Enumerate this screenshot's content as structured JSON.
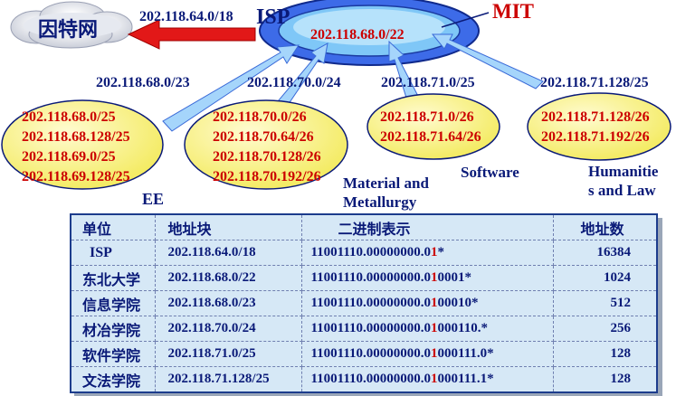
{
  "labels": {
    "internet": "因特网",
    "isp": "ISP",
    "mit": "MIT",
    "arrow_block": "202.118.64.0/18",
    "mit_block": "202.118.68.0/22",
    "link_ee": "202.118.68.0/23",
    "link_mat": "202.118.70.0/24",
    "link_sw": "202.118.71.0/25",
    "link_hum": "202.118.71.128/25",
    "ee": "EE",
    "material_1": "Material and",
    "material_2": "Metallurgy",
    "software": "Software",
    "humanities_1": "Humanitie",
    "humanities_2": "s and Law"
  },
  "ellipses": {
    "ee": [
      "202.118.68.0/25",
      "202.118.68.128/25",
      "202.118.69.0/25",
      "202.118.69.128/25"
    ],
    "material": [
      "202.118.70.0/26",
      "202.118.70.64/26",
      "202.118.70.128/26",
      "202.118.70.192/26"
    ],
    "software": [
      "202.118.71.0/26",
      "202.118.71.64/26"
    ],
    "humanities": [
      "202.118.71.128/26",
      "202.118.71.192/26"
    ]
  },
  "table": {
    "headers": [
      "单位",
      "地址块",
      "二进制表示",
      "地址数"
    ],
    "rows": [
      {
        "unit": "ISP",
        "block": "202.118.64.0/18",
        "bin_a": "11001110.00000000.0",
        "bin_red": "1",
        "bin_b": "*",
        "count": "16384"
      },
      {
        "unit": "东北大学",
        "block": "202.118.68.0/22",
        "bin_a": "11001110.00000000.0",
        "bin_red": "1",
        "bin_b": "0001*",
        "count": "1024"
      },
      {
        "unit": "信息学院",
        "block": "202.118.68.0/23",
        "bin_a": "11001110.00000000.0",
        "bin_red": "1",
        "bin_b": "00010*",
        "count": "512"
      },
      {
        "unit": "材冶学院",
        "block": "202.118.70.0/24",
        "bin_a": "11001110.00000000.0",
        "bin_red": "1",
        "bin_b": "000110.*",
        "count": "256"
      },
      {
        "unit": "软件学院",
        "block": "202.118.71.0/25",
        "bin_a": "11001110.00000000.0",
        "bin_red": "1",
        "bin_b": "000111.0*",
        "count": "128"
      },
      {
        "unit": "文法学院",
        "block": "202.118.71.128/25",
        "bin_a": "11001110.00000000.0",
        "bin_red": "1",
        "bin_b": "000111.1*",
        "count": "128"
      }
    ]
  },
  "colors": {
    "navy": "#0a1a78",
    "red": "#cc0000",
    "ellipse_fill": "#fbf58a",
    "ring_blue": "#2f5fe0",
    "arrow_blue": "#9ccffa"
  }
}
